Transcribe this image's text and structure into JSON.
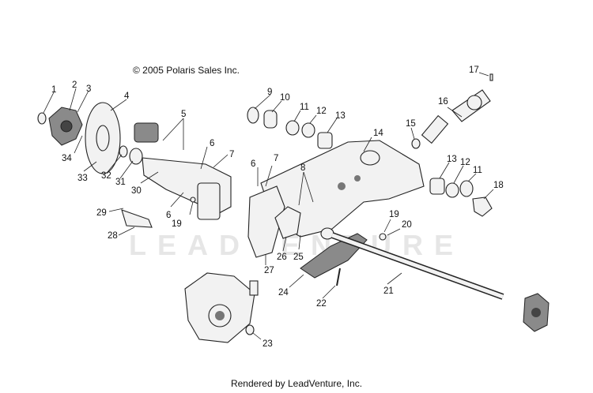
{
  "copyright": "© 2005 Polaris Sales Inc.",
  "footer": "Rendered by LeadVenture, Inc.",
  "watermark": "LEADVENTURE",
  "callouts": [
    {
      "id": "c1",
      "label": "1"
    },
    {
      "id": "c2",
      "label": "2"
    },
    {
      "id": "c3",
      "label": "3"
    },
    {
      "id": "c4",
      "label": "4"
    },
    {
      "id": "c5",
      "label": "5"
    },
    {
      "id": "c6a",
      "label": "6"
    },
    {
      "id": "c7a",
      "label": "7"
    },
    {
      "id": "c6b",
      "label": "6"
    },
    {
      "id": "c7b",
      "label": "7"
    },
    {
      "id": "c6c",
      "label": "6"
    },
    {
      "id": "c8",
      "label": "8"
    },
    {
      "id": "c9",
      "label": "9"
    },
    {
      "id": "c10",
      "label": "10"
    },
    {
      "id": "c11a",
      "label": "11"
    },
    {
      "id": "c12a",
      "label": "12"
    },
    {
      "id": "c13a",
      "label": "13"
    },
    {
      "id": "c14",
      "label": "14"
    },
    {
      "id": "c15",
      "label": "15"
    },
    {
      "id": "c16",
      "label": "16"
    },
    {
      "id": "c17",
      "label": "17"
    },
    {
      "id": "c13b",
      "label": "13"
    },
    {
      "id": "c12b",
      "label": "12"
    },
    {
      "id": "c11b",
      "label": "11"
    },
    {
      "id": "c18",
      "label": "18"
    },
    {
      "id": "c19a",
      "label": "19"
    },
    {
      "id": "c20",
      "label": "20"
    },
    {
      "id": "c19b",
      "label": "19"
    },
    {
      "id": "c21",
      "label": "21"
    },
    {
      "id": "c22",
      "label": "22"
    },
    {
      "id": "c23",
      "label": "23"
    },
    {
      "id": "c24",
      "label": "24"
    },
    {
      "id": "c25",
      "label": "25"
    },
    {
      "id": "c26",
      "label": "26"
    },
    {
      "id": "c27",
      "label": "27"
    },
    {
      "id": "c28",
      "label": "28"
    },
    {
      "id": "c29",
      "label": "29"
    },
    {
      "id": "c30",
      "label": "30"
    },
    {
      "id": "c31",
      "label": "31"
    },
    {
      "id": "c32",
      "label": "32"
    },
    {
      "id": "c33",
      "label": "33"
    },
    {
      "id": "c34",
      "label": "34"
    }
  ]
}
